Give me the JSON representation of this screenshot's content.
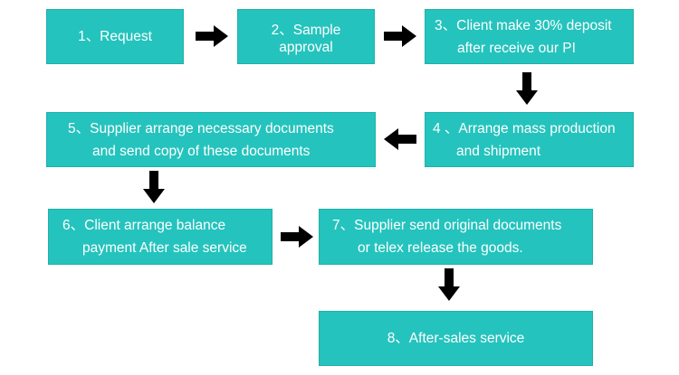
{
  "colors": {
    "box": "#25c3bd",
    "arrow": "#000000",
    "text": "#ffffff"
  },
  "steps": [
    {
      "id": 1,
      "lines": [
        "1、Request"
      ]
    },
    {
      "id": 2,
      "lines": [
        "2、Sample",
        "approval"
      ]
    },
    {
      "id": 3,
      "lines": [
        "3、Client make 30% deposit",
        "after receive our PI"
      ]
    },
    {
      "id": 4,
      "lines": [
        "4 、Arrange mass production",
        "and shipment"
      ]
    },
    {
      "id": 5,
      "lines": [
        "5、Supplier arrange necessary documents",
        "and send copy of these documents"
      ]
    },
    {
      "id": 6,
      "lines": [
        "6、Client arrange balance",
        "payment After sale service"
      ]
    },
    {
      "id": 7,
      "lines": [
        "7、Supplier send original documents",
        "or telex release the goods."
      ]
    },
    {
      "id": 8,
      "lines": [
        "8、After-sales service"
      ]
    }
  ],
  "arrows": [
    {
      "from": 1,
      "to": 2,
      "direction": "right"
    },
    {
      "from": 2,
      "to": 3,
      "direction": "right"
    },
    {
      "from": 3,
      "to": 4,
      "direction": "down"
    },
    {
      "from": 4,
      "to": 5,
      "direction": "left"
    },
    {
      "from": 5,
      "to": 6,
      "direction": "down"
    },
    {
      "from": 6,
      "to": 7,
      "direction": "right"
    },
    {
      "from": 7,
      "to": 8,
      "direction": "down"
    }
  ]
}
